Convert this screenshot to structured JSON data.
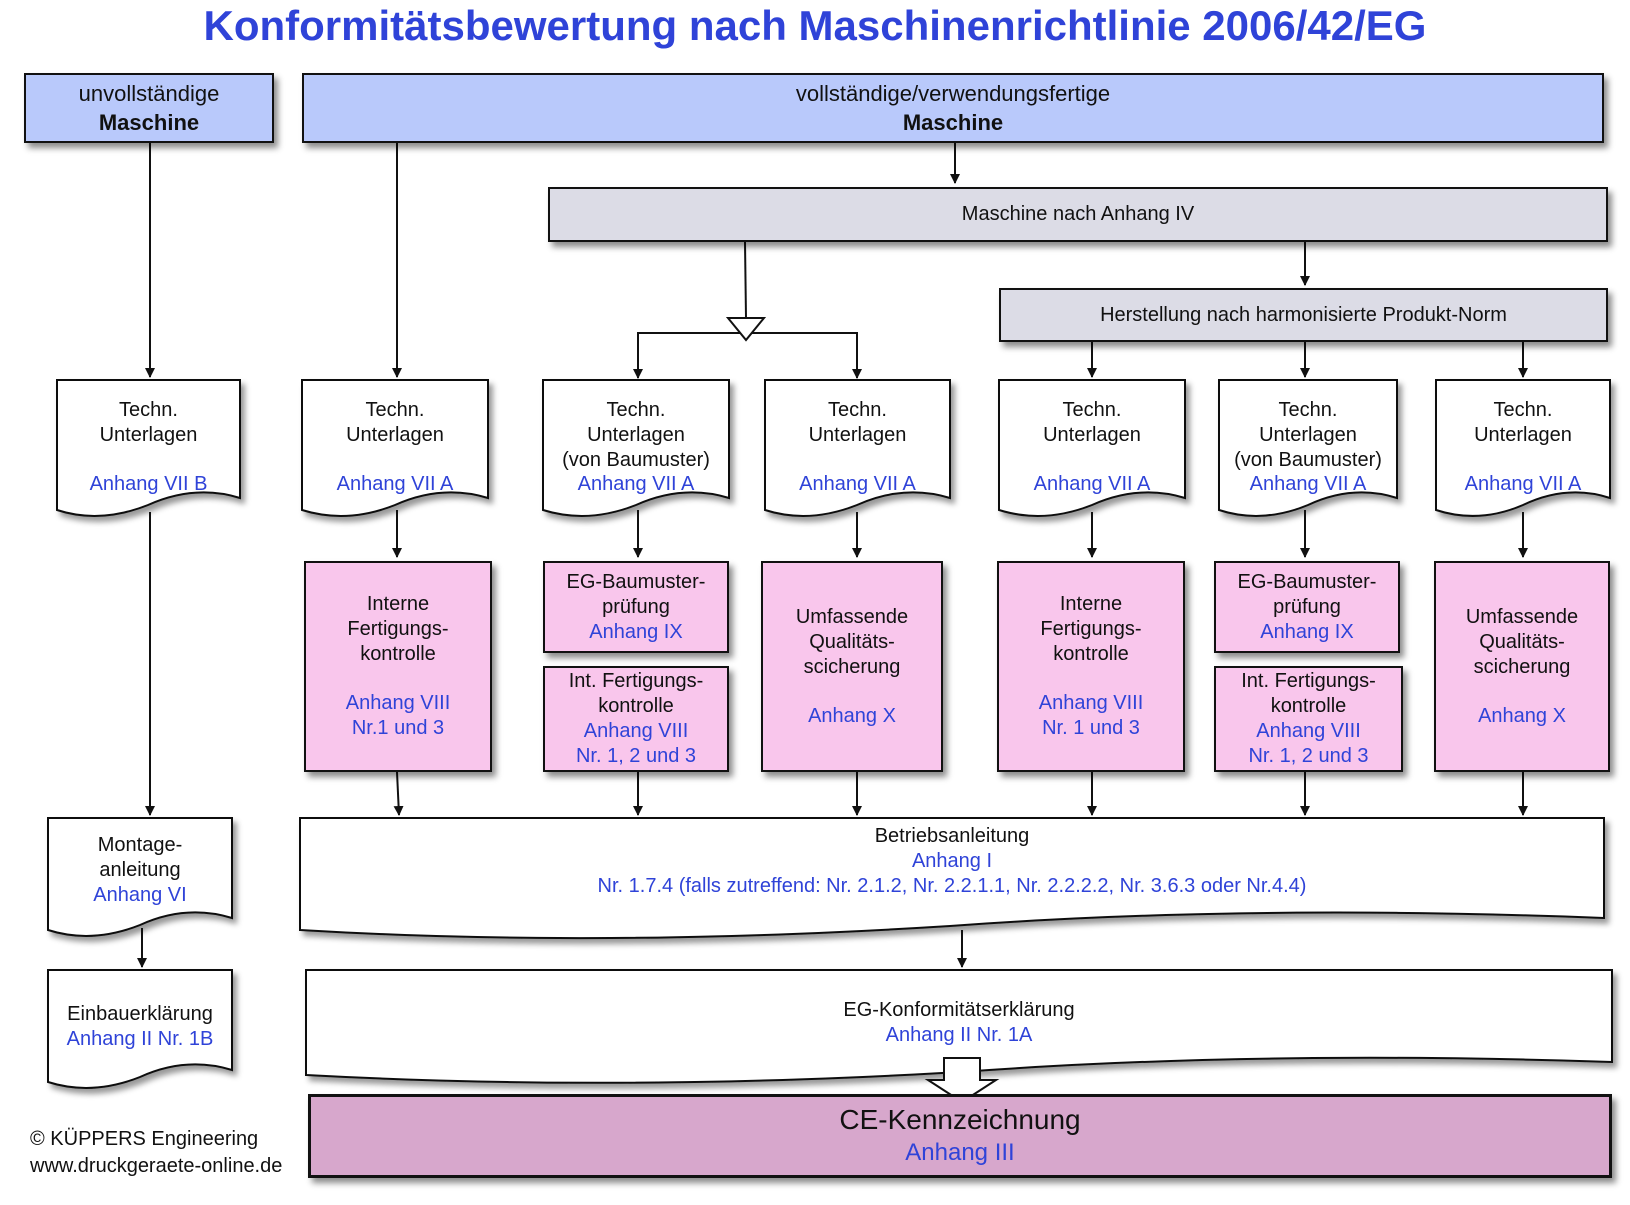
{
  "title": "Konformitätsbewertung nach Maschinenrichtlinie 2006/42/EG",
  "colors": {
    "title": "#2f43d8",
    "reference_text": "#2f43d8",
    "machine_box": "#b9c9fb",
    "category_box": "#dcdce6",
    "procedure_box": "#f9c6ec",
    "ce_box": "#d7a7cc"
  },
  "machines": {
    "incomplete": {
      "line1": "unvollständige",
      "line2": "Maschine"
    },
    "complete": {
      "line1": "vollständige/verwendungsfertige",
      "line2": "Maschine"
    }
  },
  "annex_iv": "Maschine nach  Anhang IV",
  "harmonised": "Herstellung nach harmonisierte Produkt-Norm",
  "tech_docs": [
    {
      "lines": [
        "Techn.",
        "Unterlagen",
        ""
      ],
      "ref": "Anhang VII B"
    },
    {
      "lines": [
        "Techn.",
        "Unterlagen",
        ""
      ],
      "ref": "Anhang VII A"
    },
    {
      "lines": [
        "Techn.",
        "Unterlagen",
        "(von Baumuster)"
      ],
      "ref": "Anhang VII A"
    },
    {
      "lines": [
        "Techn.",
        "Unterlagen",
        ""
      ],
      "ref": "Anhang VII A"
    },
    {
      "lines": [
        "Techn.",
        "Unterlagen",
        ""
      ],
      "ref": "Anhang VII A"
    },
    {
      "lines": [
        "Techn.",
        "Unterlagen",
        "(von Baumuster)"
      ],
      "ref": "Anhang VII A"
    },
    {
      "lines": [
        "Techn.",
        "Unterlagen",
        ""
      ],
      "ref": "Anhang VII A"
    }
  ],
  "procedures": {
    "internal_1": {
      "lines": [
        "Interne",
        "Fertigungs-",
        "kontrolle"
      ],
      "ref1": "Anhang VIII",
      "ref2": "Nr.1 und  3"
    },
    "type_exam_1": {
      "lines": [
        "EG-Baumuster-",
        "prüfung"
      ],
      "ref": "Anhang IX"
    },
    "int_prod_1": {
      "lines": [
        "Int. Fertigungs-",
        "kontrolle"
      ],
      "ref1": "Anhang VIII",
      "ref2": "Nr. 1, 2 und  3"
    },
    "qa_1": {
      "lines": [
        "Umfassende",
        "Qualitäts-",
        "scicherung"
      ],
      "ref": "Anhang X"
    },
    "internal_2": {
      "lines": [
        "Interne",
        "Fertigungs-",
        "kontrolle"
      ],
      "ref1": "Anhang VIII",
      "ref2": "Nr. 1 und  3"
    },
    "type_exam_2": {
      "lines": [
        "EG-Baumuster-",
        "prüfung"
      ],
      "ref": "Anhang IX"
    },
    "int_prod_2": {
      "lines": [
        "Int. Fertigungs-",
        "kontrolle"
      ],
      "ref1": "Anhang VIII",
      "ref2": "Nr. 1, 2 und 3"
    },
    "qa_2": {
      "lines": [
        "Umfassende",
        "Qualitäts-",
        "scicherung"
      ],
      "ref": "Anhang X"
    }
  },
  "assembly_instructions": {
    "line1": "Montage-",
    "line2": "anleitung",
    "ref": "Anhang VI"
  },
  "incorporation_declaration": {
    "label": "Einbauerklärung",
    "ref": "Anhang II Nr. 1B"
  },
  "operating_instructions": {
    "label": "Betriebsanleitung",
    "ref": "Anhang I",
    "detail": "Nr. 1.7.4  (falls zutreffend: Nr. 2.1.2, Nr. 2.2.1.1, Nr. 2.2.2.2, Nr. 3.6.3 oder Nr.4.4)"
  },
  "conformity_declaration": {
    "label": "EG-Konformitätserklärung",
    "ref": "Anhang II Nr. 1A"
  },
  "ce_marking": {
    "label": "CE-Kennzeichnung",
    "ref": "Anhang III"
  },
  "copyright": {
    "line1": "© KÜPPERS Engineering",
    "line2": "www.druckgeraete-online.de"
  }
}
